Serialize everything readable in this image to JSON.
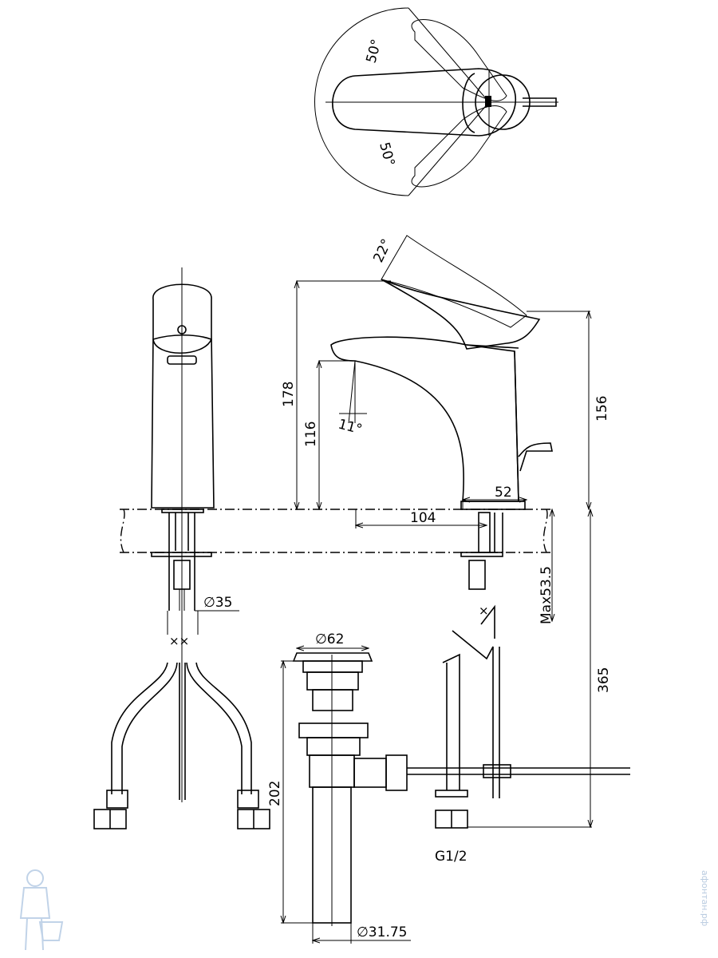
{
  "dimensions": {
    "angle_top": "50°",
    "angle_bottom": "50°",
    "lever_angle": "22°",
    "spout_angle": "11°",
    "height_total": "178",
    "height_spout": "116",
    "height_lever": "156",
    "depth_small": "52",
    "depth_spout": "104",
    "deck_max": "Max53.5",
    "length_hose": "365",
    "dia_shank": "∅35",
    "dia_drain_head": "∅62",
    "drain_height": "202",
    "dia_drain_pipe": "∅31.75",
    "thread": "G1/2"
  },
  "watermark": {
    "text": "афонтан.рф",
    "logo": "plumber-mascot-logo"
  }
}
